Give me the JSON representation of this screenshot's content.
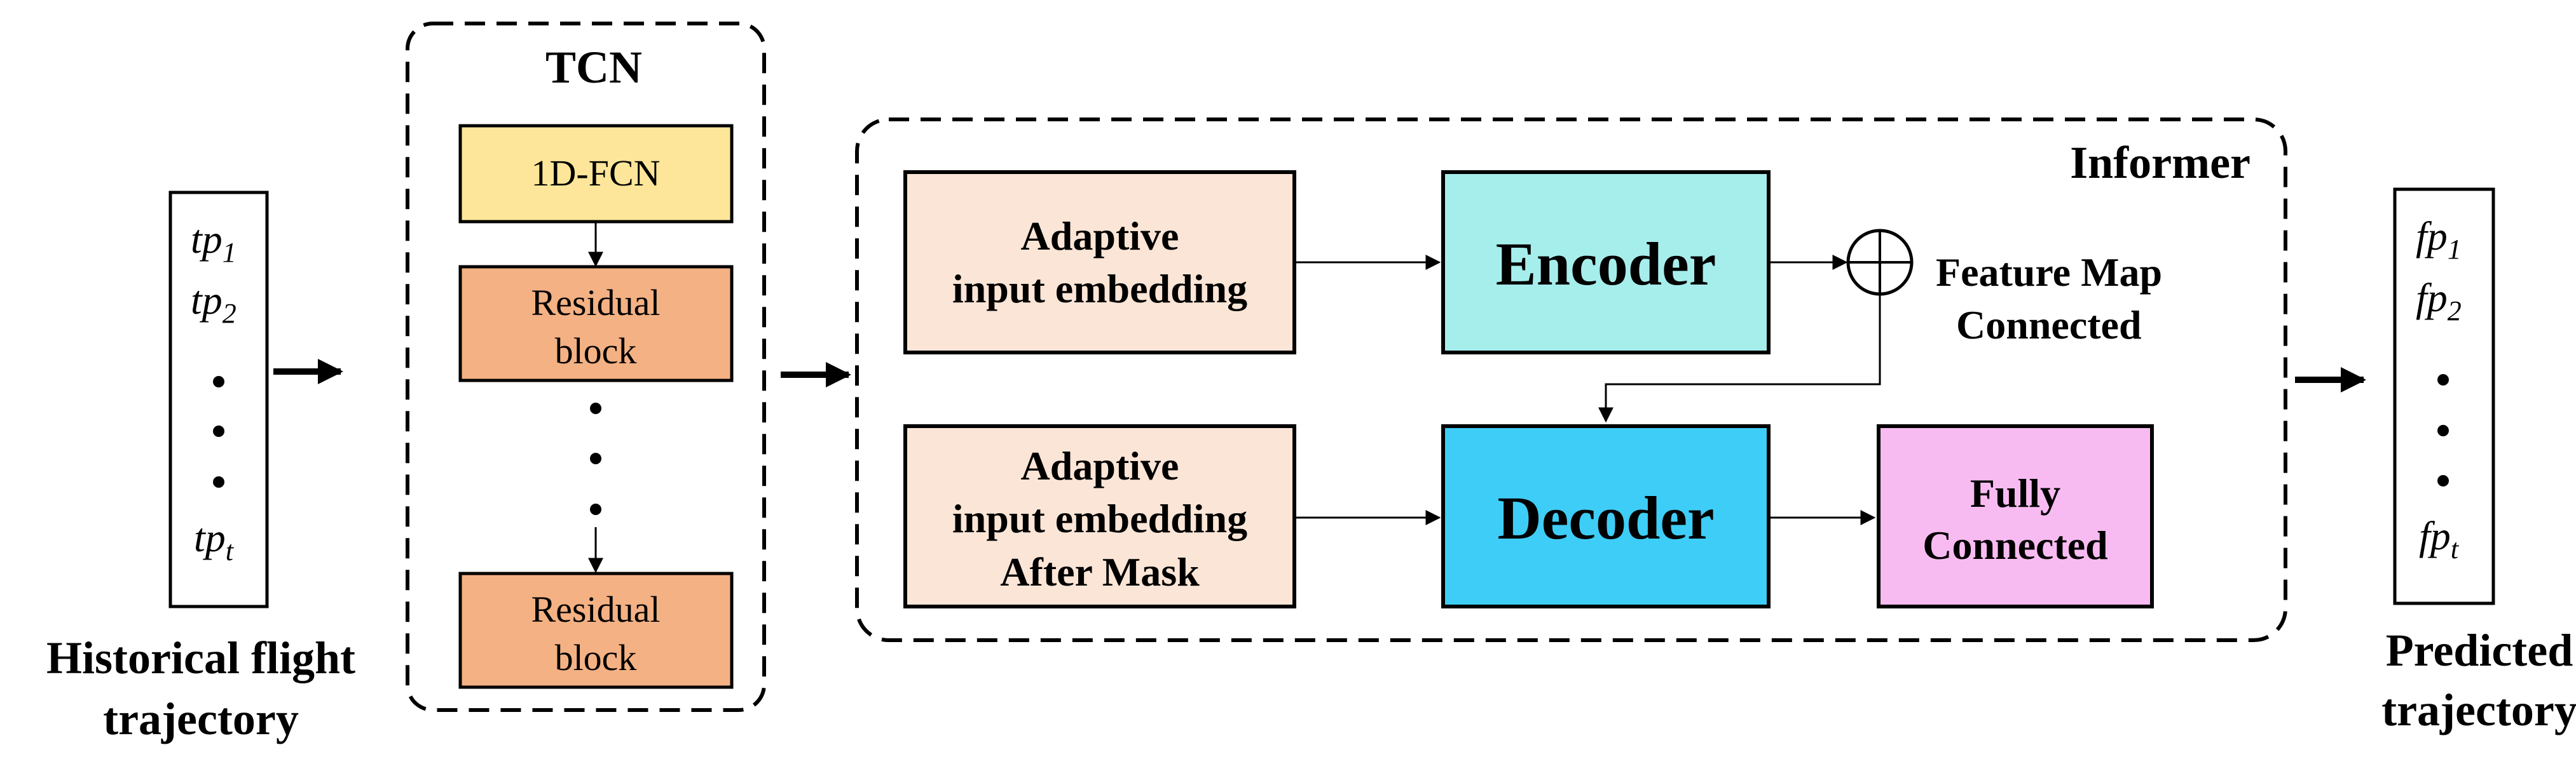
{
  "input": {
    "items": [
      "tp",
      "tp",
      "tp"
    ],
    "subs": [
      "1",
      "2",
      "t"
    ],
    "label_line1": "Historical flight",
    "label_line2": "trajectory"
  },
  "tcn": {
    "title": "TCN",
    "fcn_label": "1D-FCN",
    "residual_line1": "Residual",
    "residual_line2": "block"
  },
  "informer": {
    "title": "Informer",
    "embed1_line1": "Adaptive",
    "embed1_line2": "input embedding",
    "embed2_line1": "Adaptive",
    "embed2_line2": "input embedding",
    "embed2_line3": "After Mask",
    "encoder": "Encoder",
    "decoder": "Decoder",
    "fc_line1": "Fully",
    "fc_line2": "Connected",
    "feature_line1": "Feature Map",
    "feature_line2": "Connected"
  },
  "output": {
    "items": [
      "fp",
      "fp",
      "fp"
    ],
    "subs": [
      "1",
      "2",
      "t"
    ],
    "label_line1": "Predicted",
    "label_line2": "trajectory"
  },
  "colors": {
    "fcn": "#FDE699",
    "residual": "#F4B183",
    "embedding": "#FBE5D6",
    "encoder": "#A6EEEC",
    "decoder": "#3ECDF6",
    "fully_connected": "#F8BBF1"
  }
}
